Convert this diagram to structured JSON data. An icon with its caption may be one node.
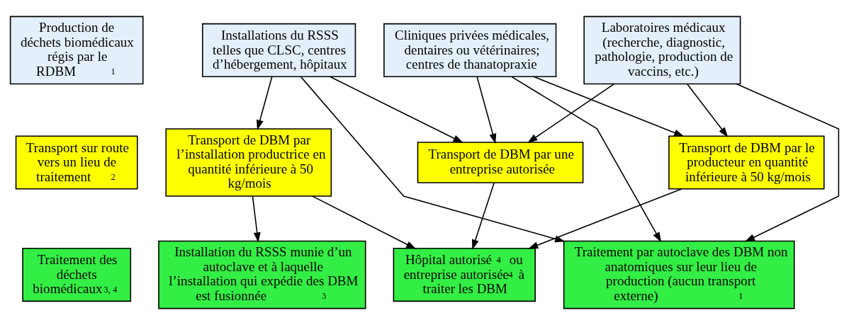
{
  "diagram": {
    "nodes": [
      {
        "text": [
          "Production de déchets biomédicaux régis par le RDBM$^{1}$"
        ]
      },
      {
        "text": [
          "Transport sur route vers un lieu de traitement$^{2}$"
        ]
      },
      {
        "text": [
          "Traitement des déchets biomédicaux$^{3, 4}$"
        ]
      },
      {
        "text": [
          "Installations du RSSS telles que CLSC, centres d’hébergement, hôpitaux"
        ]
      },
      {
        "text": [
          "Cliniques privées médicales, dentaires ou vétérinaires; centres de thanatopraxie"
        ]
      },
      {
        "text": [
          "Laboratoires médicaux (recherche, diagnostic, pathologie, production de vaccins, etc.)"
        ]
      },
      {
        "text": [
          "Transport de DBM par l’installation productrice en quantité inférieure à 50 kg/mois"
        ]
      },
      {
        "text": [
          "Transport de DBM par une entreprise autorisée"
        ]
      },
      {
        "text": [
          "Transport de DBM par le producteur en quantité inférieure à 50 kg/mois"
        ]
      },
      {
        "text": [
          "Installation du RSSS munie d’un autoclave et à laquelle l’installation qui expédie des DBM est fusionnée$^{3}$"
        ]
      },
      {
        "text": [
          "Hôpital autorisé$^{4}$ ou entreprise autorisée$^{4}$ à traiter les DBM"
        ]
      },
      {
        "text": [
          "Traitement par autoclave des DBM non anatomiques sur leur lieu de production (aucun transport externe)$^{1}$"
        ]
      }
    ],
    "edges": [
      {
        "from": 3,
        "to": 11,
        "arrow": "to"
      },
      {
        "from": 4,
        "to": 11,
        "arrow": "to"
      },
      {
        "from": 5,
        "to": 11,
        "arrow": "to"
      },
      {
        "from": 3,
        "to": 6,
        "arrow": "to"
      },
      {
        "from": 3,
        "to": 7,
        "arrow": "to"
      },
      {
        "from": 4,
        "to": 7,
        "arrow": "to"
      },
      {
        "from": 4,
        "to": 8,
        "arrow": "to"
      },
      {
        "from": 5,
        "to": 7,
        "arrow": "to"
      },
      {
        "from": 5,
        "to": 8,
        "arrow": "to"
      },
      {
        "from": 6,
        "to": 9,
        "arrow": "to"
      },
      {
        "from": 6,
        "to": 10,
        "arrow": "to"
      },
      {
        "from": 7,
        "to": 10,
        "arrow": "to"
      },
      {
        "from": 8,
        "to": 10,
        "arrow": "to"
      }
    ]
  }
}
